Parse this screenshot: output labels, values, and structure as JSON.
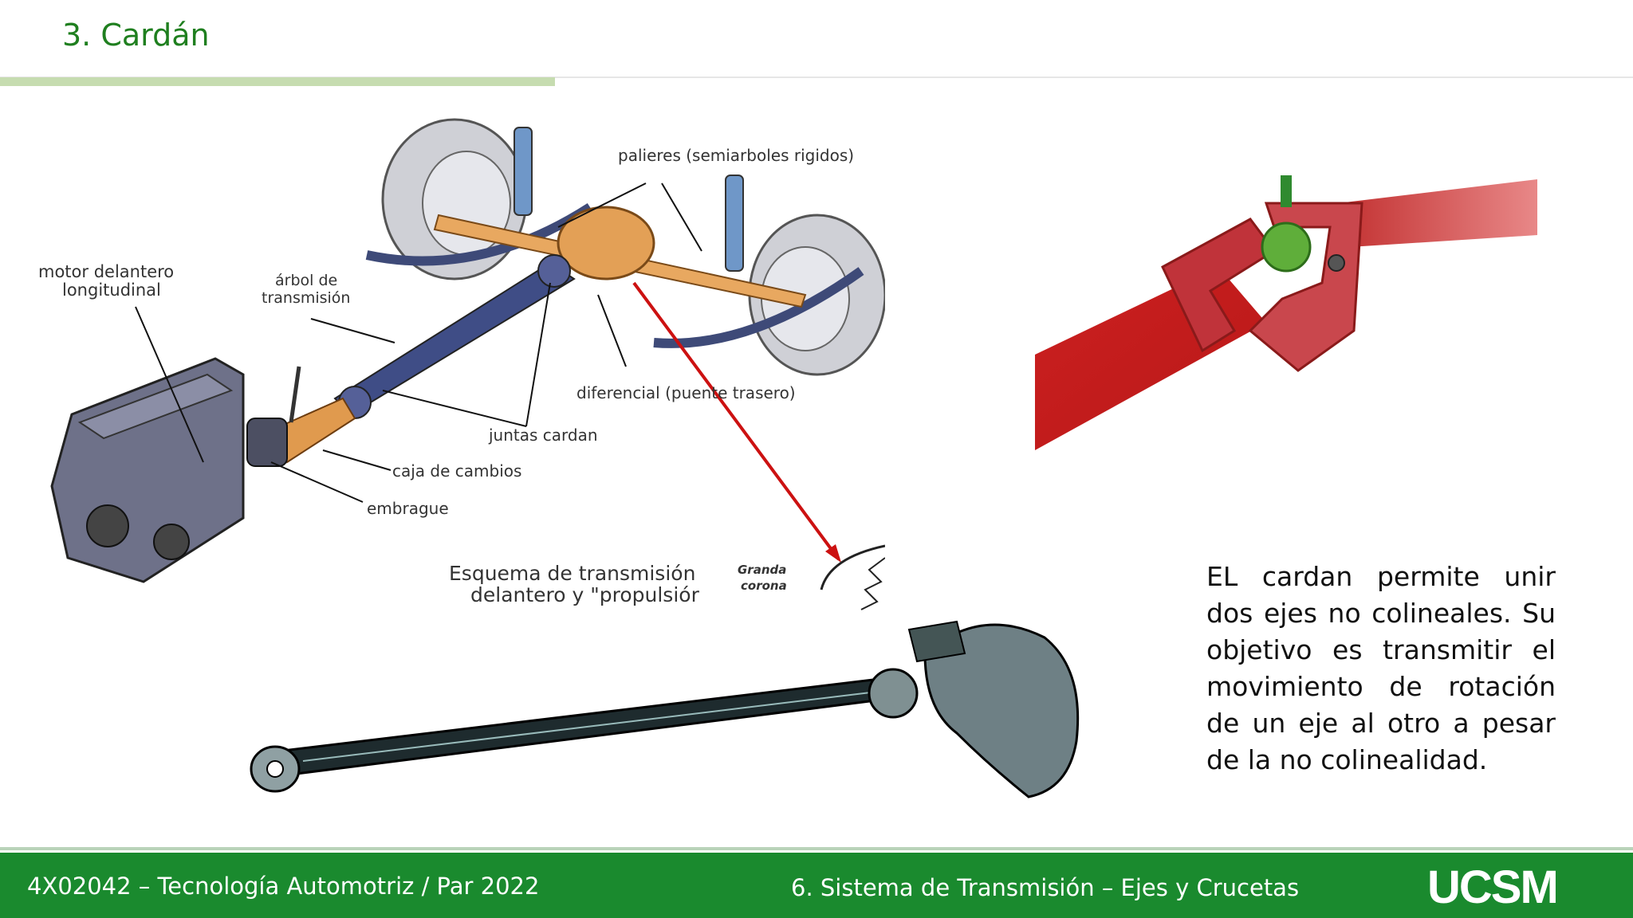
{
  "slide": {
    "title": "3. Cardán",
    "paragraph": "EL cardan permite unir dos ejes no colineales. Su objetivo es transmitir el movimiento de rotación de un eje al otro a pesar de la no colinealidad."
  },
  "diagram": {
    "labels": {
      "palieres": "palieres (semiarboles rigidos)",
      "motor_line1": "motor delantero",
      "motor_line2": "longitudinal",
      "arbol_line1": "árbol de",
      "arbol_line2": "transmisión",
      "diferencial": "diferencial (puente trasero)",
      "juntas": "juntas cardan",
      "caja": "caja de cambios",
      "embrague": "embrague",
      "esquema_line1": "Esquema de transmisión",
      "esquema_line2": "delantero y \"propulsiór",
      "granda_line1": "Granda",
      "granda_line2": "corona"
    }
  },
  "footer": {
    "course": "4X02042 – Tecnología Automotriz  / Par 2022",
    "topic": "6. Sistema de Transmisión – Ejes y Crucetas",
    "logo": "UCSM"
  },
  "colors": {
    "title_green": "#1f7f1f",
    "footer_green": "#1a8a2e",
    "accent_bar": "#c6dcb0",
    "arrow_red": "#cc1111"
  }
}
